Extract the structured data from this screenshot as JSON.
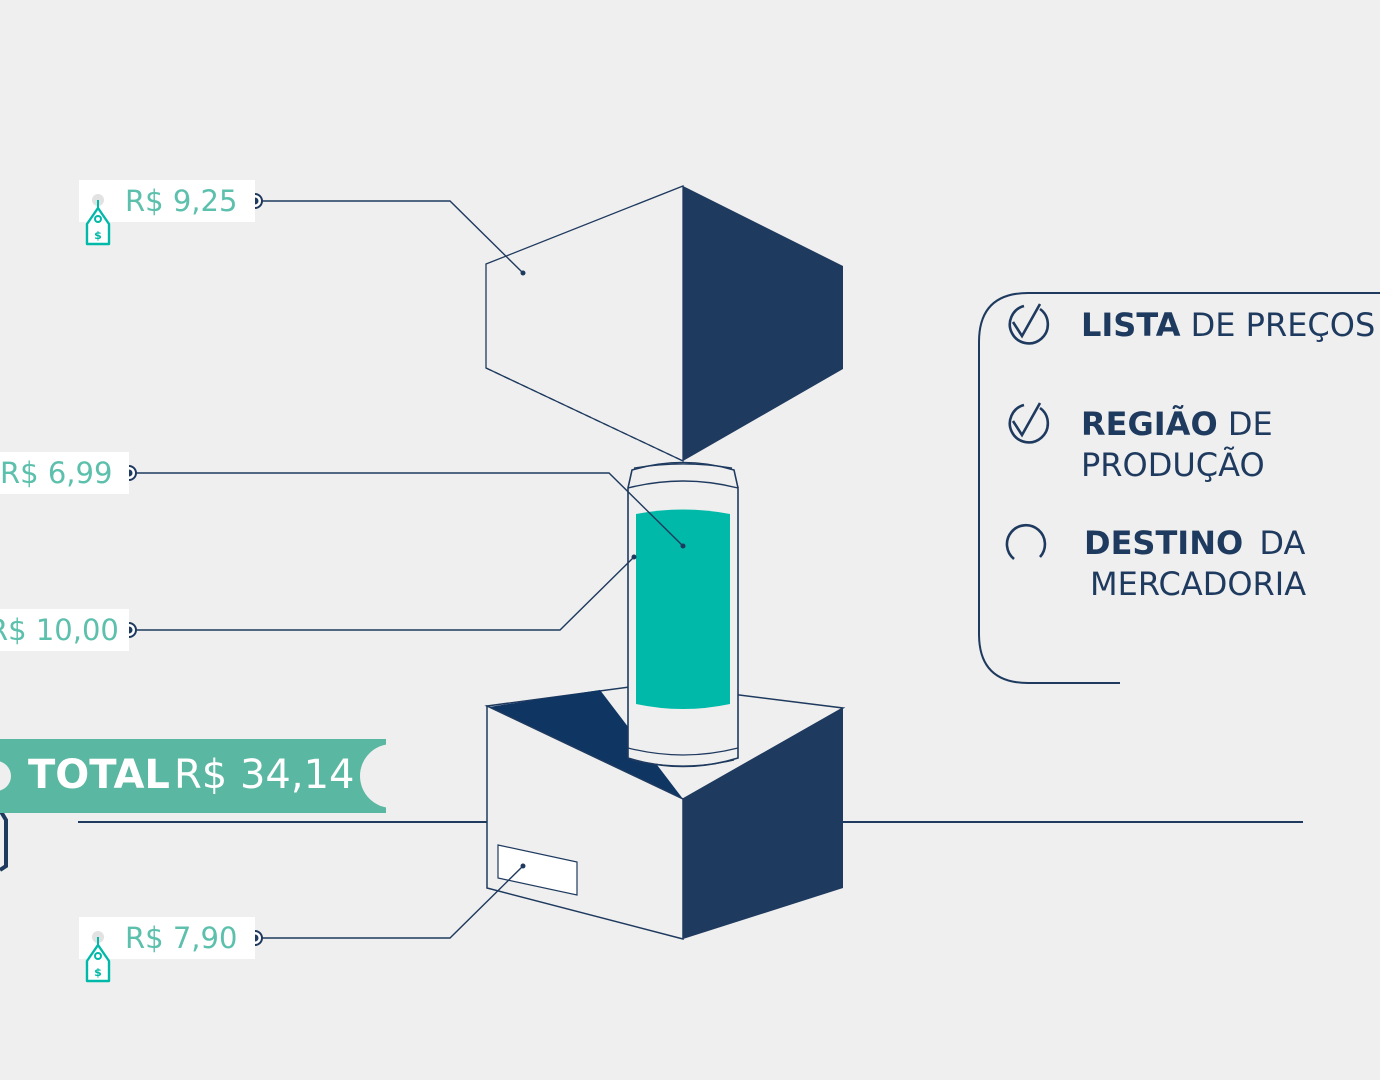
{
  "prices": {
    "top": "R$ 9,25",
    "can_top": "R$ 6,99",
    "can_bottom": "R$ 10,00",
    "box_label": "R$ 7,90"
  },
  "total": {
    "label": "TOTAL",
    "value": "R$ 34,14"
  },
  "checklist": [
    {
      "bold": "LISTA",
      "rest": "DE PREÇOS",
      "checked": true
    },
    {
      "bold": "REGIÃO",
      "rest": "DE",
      "line2": "PRODUÇÃO",
      "checked": true
    },
    {
      "bold": "DESTINO",
      "rest": "DA",
      "line2": "MERCADORIA",
      "checked": false
    }
  ],
  "colors": {
    "navy": "#1f3a5f",
    "teal": "#00b9a8",
    "mint_text": "#5cc0ad",
    "total_bg": "#5ab7a2",
    "background": "#efefef"
  },
  "icons": [
    "price-tag-icon",
    "check-circle-icon",
    "empty-circle-icon"
  ]
}
